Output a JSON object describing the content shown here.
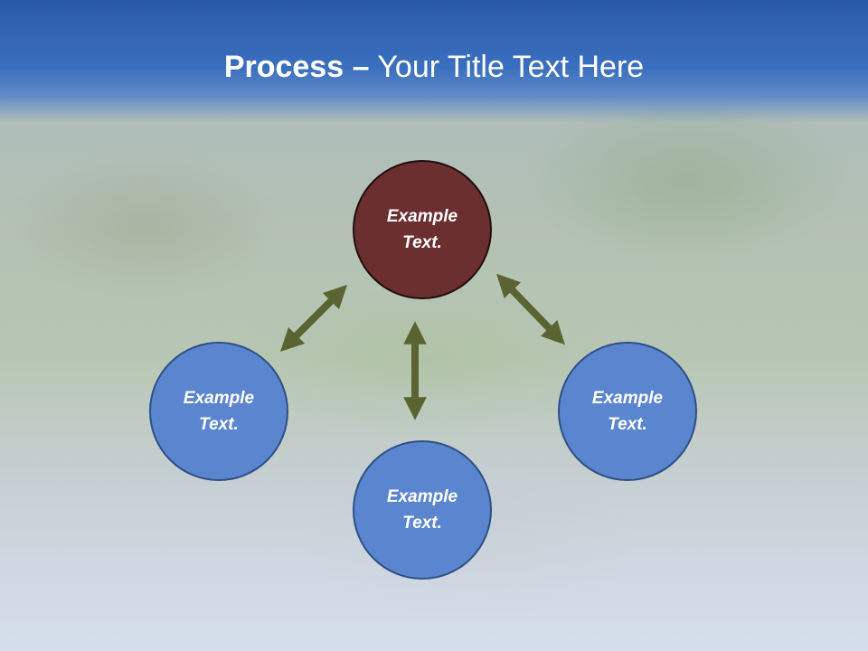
{
  "slide": {
    "title_bold": "Process",
    "title_separator": "–",
    "title_rest": "Your Title Text Here"
  },
  "nodes": {
    "center": {
      "line1": "Example",
      "line2": "Text."
    },
    "left": {
      "line1": "Example",
      "line2": "Text."
    },
    "bottom": {
      "line1": "Example",
      "line2": "Text."
    },
    "right": {
      "line1": "Example",
      "line2": "Text."
    }
  },
  "colors": {
    "title_band": "#3a6fbf",
    "center_node": "#6b2f2f",
    "outer_node": "#5b86cf",
    "arrow": "#5a6331"
  }
}
